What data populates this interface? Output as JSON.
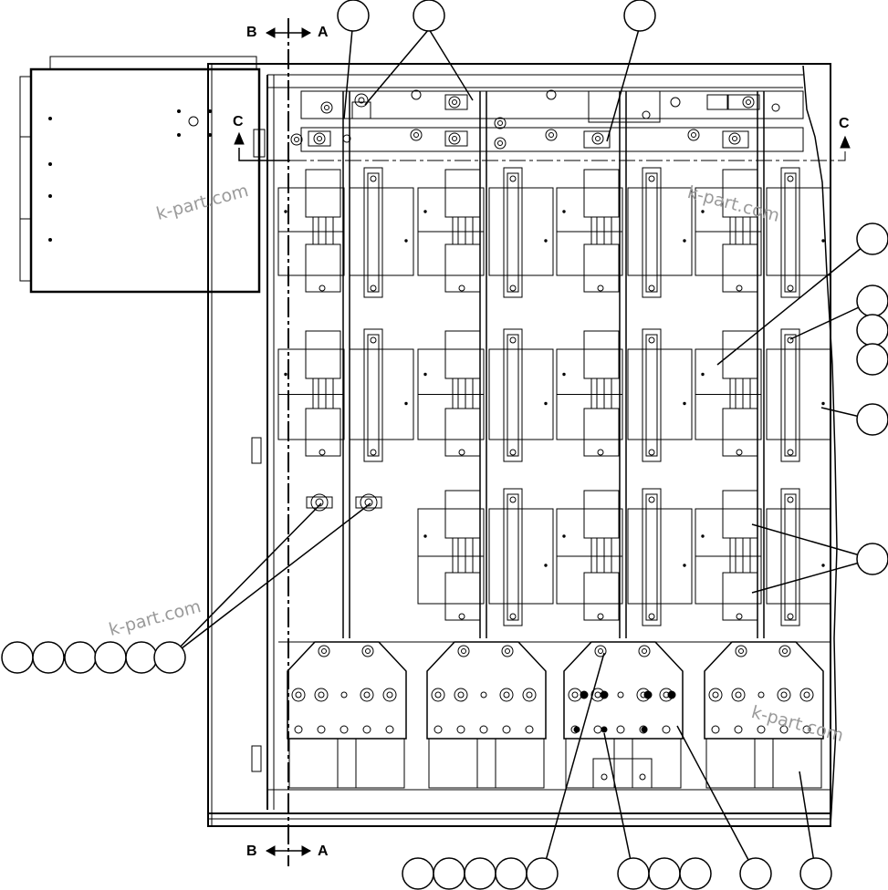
{
  "section_labels": {
    "b_top": "B",
    "a_top": "A",
    "b_bottom": "B",
    "a_bottom": "A",
    "c_left": "C",
    "c_right": "C"
  },
  "watermark": "k-part.com",
  "balloons": {
    "top_count": 3,
    "right_count": 6,
    "left_group_count": 6,
    "bottom_left_count": 5,
    "bottom_mid_count": 3,
    "bottom_right_count": 2
  },
  "colors": {
    "line": "#000000",
    "watermark": "#9a9a9a",
    "background": "#ffffff"
  }
}
